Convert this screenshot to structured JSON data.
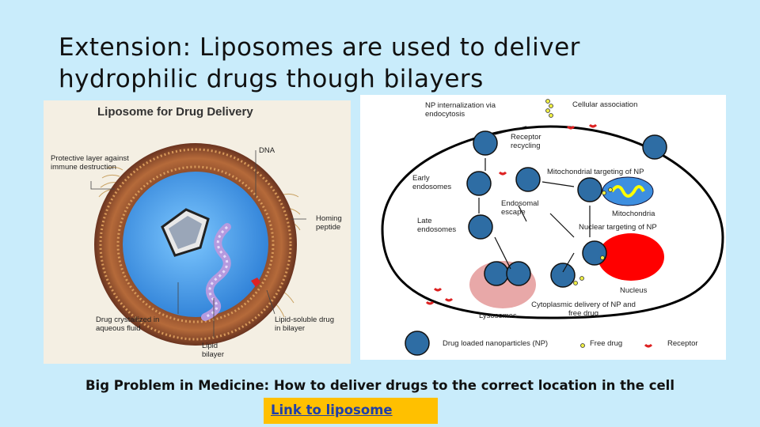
{
  "slide": {
    "title_line1": "Extension: Liposomes are used to deliver",
    "title_line2": "hydrophilic drugs though bilayers",
    "bottom_text": "Big Problem in Medicine: How to deliver drugs to the correct location in the cell",
    "link_text": "Link to liposome",
    "colors": {
      "background": "#c9ecfb",
      "link_highlight": "#ffc000",
      "link_text": "#1f3fa8"
    }
  },
  "liposome_figure": {
    "title": "Liposome for Drug Delivery",
    "labels": {
      "protective": "Protective layer against immune destruction",
      "dna": "DNA",
      "homing": "Homing peptide",
      "crystal": "Drug crystallized in aqueous fluid",
      "lipid_soluble": "Lipid-soluble drug in bilayer",
      "lipid_bilayer": "Lipid bilayer"
    }
  },
  "np_figure": {
    "labels": {
      "internalization": "NP internalization via endocytosis",
      "cellular_association": "Cellular association",
      "receptor_recycling": "Receptor recycling",
      "early_endosomes": "Early endosomes",
      "mito_targeting": "Mitochondrial targeting of NP",
      "endosomal_escape": "Endosomal escape",
      "mitochondria": "Mitochondria",
      "late_endosomes": "Late endosomes",
      "nuclear_targeting": "Nuclear targeting of NP",
      "nucleus": "Nucleus",
      "cytoplasmic": "Cytoplasmic delivery of NP and free drug",
      "lysosomes": "Lysosomes",
      "legend_np": "Drug loaded nanoparticles (NP)",
      "legend_free": "Free drug",
      "legend_receptor": "Receptor"
    }
  }
}
